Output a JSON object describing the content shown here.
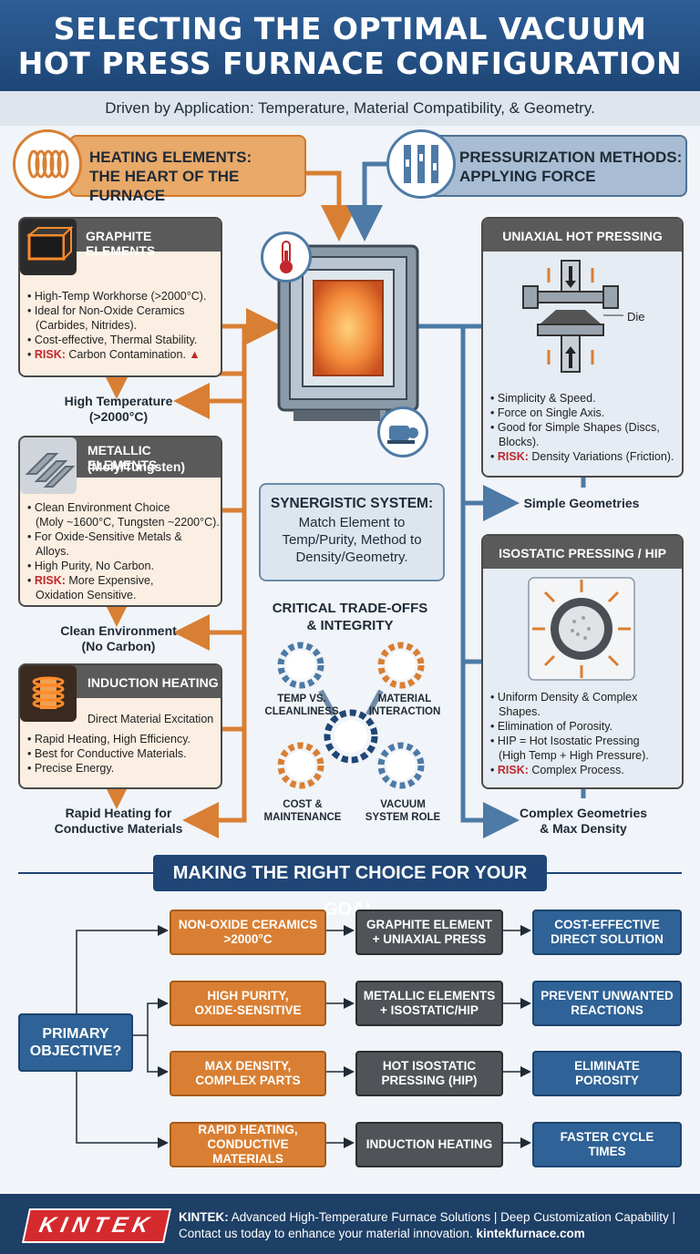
{
  "header": {
    "title_line1": "SELECTING THE OPTIMAL VACUUM",
    "title_line2": "HOT PRESS FURNACE CONFIGURATION",
    "subtitle": "Driven by Application: Temperature, Material Compatibility, & Geometry."
  },
  "heating": {
    "title_line1": "HEATING ELEMENTS:",
    "title_line2": "THE HEART OF THE FURNACE"
  },
  "pressure": {
    "title_line1": "PRESSURIZATION METHODS:",
    "title_line2": "APPLYING FORCE"
  },
  "graphite": {
    "title": "GRAPHITE ELEMENTS",
    "bullets": [
      "High-Temp Workhorse (>2000°C).",
      "Ideal for Non-Oxide Ceramics",
      "(Carbides, Nitrides).",
      "Cost-effective, Thermal Stability."
    ],
    "risk_label": "RISK:",
    "risk_text": "Carbon Contamination.",
    "outcome_line1": "High Temperature",
    "outcome_line2": "(>2000°C)"
  },
  "metallic": {
    "title_line1": "METALLIC ELEMENTS",
    "title_line2": "(Moly/Tungsten)",
    "bullets": [
      "Clean Environment Choice",
      "(Moly ~1600°C, Tungsten ~2200°C).",
      "For Oxide-Sensitive Metals &",
      "Alloys.",
      "High Purity, No Carbon."
    ],
    "risk_label": "RISK:",
    "risk_text_line1": "More Expensive,",
    "risk_text_line2": "Oxidation Sensitive.",
    "outcome_line1": "Clean Environment",
    "outcome_line2": "(No Carbon)"
  },
  "induction": {
    "title": "INDUCTION HEATING",
    "subtitle": "Direct Material Excitation",
    "bullets": [
      "Rapid Heating, High Efficiency.",
      "Best for Conductive Materials.",
      "Precise Energy."
    ],
    "outcome_line1": "Rapid Heating for",
    "outcome_line2": "Conductive Materials"
  },
  "uniaxial": {
    "title": "UNIAXIAL HOT PRESSING",
    "die_label": "Die",
    "bullets": [
      "Simplicity & Speed.",
      "Force on Single Axis.",
      "Good for Simple Shapes (Discs,",
      "Blocks)."
    ],
    "risk_label": "RISK:",
    "risk_text": "Density Variations (Friction).",
    "outcome": "Simple Geometries"
  },
  "isostatic": {
    "title": "ISOSTATIC PRESSING / HIP",
    "bullets": [
      "Uniform Density & Complex",
      "Shapes.",
      "Elimination of Porosity.",
      "HIP = Hot Isostatic Pressing",
      "(High Temp + High Pressure)."
    ],
    "risk_label": "RISK:",
    "risk_text": "Complex Process.",
    "outcome_line1": "Complex Geometries",
    "outcome_line2": "& Max Density"
  },
  "synergy": {
    "title": "SYNERGISTIC SYSTEM:",
    "line1": "Match Element to",
    "line2": "Temp/Purity, Method to",
    "line3": "Density/Geometry."
  },
  "tradeoffs": {
    "title_line1": "CRITICAL TRADE-OFFS",
    "title_line2": "& INTEGRITY",
    "gear1_line1": "TEMP VS.",
    "gear1_line2": "CLEANLINESS",
    "gear2_line1": "MATERIAL",
    "gear2_line2": "INTERACTION",
    "gear3_line1": "COST &",
    "gear3_line2": "MAINTENANCE",
    "gear4_line1": "VACUUM",
    "gear4_line2": "SYSTEM ROLE"
  },
  "choice": {
    "title": "MAKING THE RIGHT CHOICE FOR YOUR GOAL",
    "objective_line1": "PRIMARY",
    "objective_line2": "OBJECTIVE?",
    "rows": [
      {
        "goal_line1": "NON-OXIDE CERAMICS",
        "goal_line2": ">2000°C",
        "config_line1": "GRAPHITE ELEMENT",
        "config_line2": "+ UNIAXIAL PRESS",
        "result_line1": "COST-EFFECTIVE",
        "result_line2": "DIRECT SOLUTION"
      },
      {
        "goal_line1": "HIGH PURITY,",
        "goal_line2": "OXIDE-SENSITIVE",
        "config_line1": "METALLIC ELEMENTS",
        "config_line2": "+ ISOSTATIC/HIP",
        "result_line1": "PREVENT UNWANTED",
        "result_line2": "REACTIONS"
      },
      {
        "goal_line1": "MAX DENSITY,",
        "goal_line2": "COMPLEX PARTS",
        "config_line1": "HOT ISOSTATIC",
        "config_line2": "PRESSING (HIP)",
        "result_line1": "ELIMINATE",
        "result_line2": "POROSITY"
      },
      {
        "goal_line1": "RAPID HEATING,",
        "goal_line2": "CONDUCTIVE MATERIALS",
        "config_line1": "INDUCTION HEATING",
        "config_line2": "",
        "result_line1": "FASTER CYCLE",
        "result_line2": "TIMES"
      }
    ]
  },
  "footer": {
    "logo": "KINTEK",
    "brand": "KINTEK:",
    "line1": "Advanced High-Temperature Furnace Solutions | Deep Customization Capability |",
    "line2_prefix": "Contact us today to enhance your material innovation.",
    "link": "kintekfurnace.com"
  },
  "colors": {
    "orange": "#d97f33",
    "blue": "#2f6296",
    "dark": "#505357",
    "navy": "#1f4676",
    "risk": "#c0282d"
  }
}
